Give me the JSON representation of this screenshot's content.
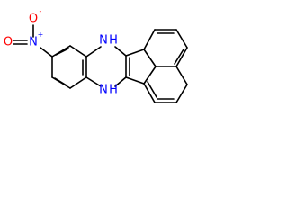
{
  "molecule": {
    "atoms": {
      "nitro_o1": {
        "symbol": "O",
        "charge": "-",
        "color": "#ff0000"
      },
      "nitro_n": {
        "symbol": "N",
        "charge": "+",
        "color": "#0000ff"
      },
      "nitro_o2": {
        "symbol": "O",
        "color": "#ff0000"
      },
      "nh_top": {
        "symbol": "N",
        "h": "H",
        "color": "#0000ff"
      },
      "nh_bottom": {
        "symbol": "N",
        "h": "H",
        "color": "#0000ff"
      }
    }
  }
}
